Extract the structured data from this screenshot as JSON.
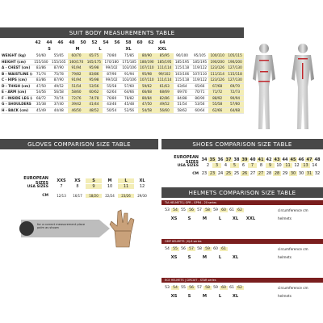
{
  "suit": {
    "title": "SUIT BODY MEASUREMENTS TABLE",
    "sizes": [
      "42",
      "44",
      "46",
      "48",
      "50",
      "52",
      "54",
      "56",
      "58",
      "60",
      "62",
      "64"
    ],
    "letters": [
      "S",
      "M",
      "L",
      "XL",
      "XXL"
    ],
    "rows": [
      {
        "label": "WEIGHT (kg)",
        "values": [
          "50/60",
          "55/65",
          "60/70",
          "65/75",
          "70/80",
          "75/85",
          "80/90",
          "85/95",
          "90/100",
          "95/105",
          "100/110",
          "105/115"
        ]
      },
      {
        "label": "HEIGHT (cm)",
        "values": [
          "155/160",
          "155/165",
          "160/170",
          "165/175",
          "170/180",
          "175/185",
          "180/190",
          "185/195",
          "185/195",
          "185/195",
          "190/200",
          "190/200"
        ]
      },
      {
        "label": "A - CHEST (cm)",
        "values": [
          "83/86",
          "87/90",
          "91/94",
          "95/98",
          "99/102",
          "103/106",
          "107/110",
          "111/114",
          "115/118",
          "119/122",
          "123/126",
          "127/130"
        ]
      },
      {
        "label": "B - WAISTLINE (cm)",
        "values": [
          "71/74",
          "75/78",
          "79/82",
          "83/86",
          "87/90",
          "91/94",
          "95/98",
          "99/102",
          "103/106",
          "107/110",
          "111/114",
          "115/118"
        ]
      },
      {
        "label": "C - HIPS (cm)",
        "values": [
          "83/86",
          "87/90",
          "91/94",
          "95/98",
          "99/102",
          "103/106",
          "107/110",
          "111/114",
          "115/118",
          "119/122",
          "123/126",
          "127/130"
        ]
      },
      {
        "label": "D - THIGH (cm)",
        "values": [
          "47/50",
          "49/52",
          "51/54",
          "53/56",
          "55/58",
          "57/60",
          "59/62",
          "61/63",
          "63/64",
          "65/66",
          "67/68",
          "69/70"
        ]
      },
      {
        "label": "E - ARM (cm)",
        "values": [
          "54/56",
          "56/58",
          "58/60",
          "60/62",
          "62/64",
          "64/66",
          "66/68",
          "68/69",
          "69/70",
          "70/71",
          "71/72",
          "72/73"
        ]
      },
      {
        "label": "F - INSIDE LEG (cm)",
        "values": [
          "68/72",
          "70/74",
          "72/76",
          "74/78",
          "76/80",
          "78/82",
          "80/84",
          "82/86",
          "84/88",
          "86/90",
          "88/92",
          "90/94"
        ]
      },
      {
        "label": "G - SHOULDERS (cm)",
        "values": [
          "35/38",
          "37/40",
          "39/42",
          "41/44",
          "43/46",
          "45/48",
          "47/50",
          "49/52",
          "51/54",
          "53/56",
          "55/58",
          "57/60"
        ]
      },
      {
        "label": "H - BACK (cm)",
        "values": [
          "45/49",
          "44/48",
          "46/50",
          "48/52",
          "50/54",
          "52/56",
          "54/58",
          "56/60",
          "58/62",
          "60/64",
          "62/66",
          "64/68"
        ]
      }
    ]
  },
  "gloves": {
    "title": "GLOVES COMPARISON SIZE TABLE",
    "eu_label": "EUROPEAN SIZES",
    "usa_label": "USA SIZES",
    "cm_label": "CM",
    "eu": [
      "XXS",
      "XS",
      "S",
      "M",
      "L",
      "XL"
    ],
    "usa": [
      "7",
      "8",
      "9",
      "10",
      "11",
      "12"
    ],
    "cm": [
      "12/13",
      "16/17",
      "18/20",
      "22/24",
      "23/26",
      "29/30"
    ],
    "note": "for a correct measurement place palm as shown"
  },
  "shoes": {
    "title": "SHOES COMPARISON SIZE TABLE",
    "eu_label": "EUROPEAN SIZES",
    "usa_label": "USA SIZES",
    "cm_label": "CM",
    "eu": [
      "34",
      "35",
      "36",
      "37",
      "38",
      "39",
      "40",
      "41",
      "42",
      "43",
      "44",
      "45",
      "46",
      "47",
      "48"
    ],
    "usa": [
      "2",
      "3",
      "4",
      "5",
      "6",
      "7",
      "8",
      "9",
      "10",
      "11",
      "12",
      "13",
      "14"
    ],
    "cm": [
      "23",
      "23",
      "24",
      "25",
      "25",
      "26",
      "27",
      "27",
      "28",
      "28",
      "29",
      "30",
      "30",
      "31",
      "32"
    ]
  },
  "helmets": {
    "title": "HELMETS COMPARISON SIZE TABLE",
    "sections": [
      {
        "header": "TIA HELMETS | GPR - GPR4 - 20 series",
        "nums": [
          "53",
          "54",
          "55",
          "56",
          "57",
          "58",
          "59",
          "60",
          "61",
          "62"
        ],
        "letters": [
          "XS",
          "S",
          "M",
          "L",
          "XL",
          "XXL"
        ],
        "circ": "circumference cm",
        "label": "helmets"
      },
      {
        "header": "OMP HELMETS | KJ-8 series",
        "nums": [
          "54",
          "55",
          "56",
          "57",
          "58",
          "59",
          "60",
          "61"
        ],
        "letters": [
          "XS",
          "S",
          "M",
          "L",
          "XL"
        ],
        "circ": "circumference cm",
        "label": "helmets"
      },
      {
        "header": "ECE HELMETS | CIRCUIT - STAR series",
        "nums": [
          "53",
          "54",
          "55",
          "56",
          "57",
          "58",
          "59",
          "60",
          "61",
          "62"
        ],
        "letters": [
          "XS",
          "S",
          "M",
          "L",
          "XL"
        ],
        "circ": "circumference cm",
        "label": "helmets"
      }
    ]
  }
}
